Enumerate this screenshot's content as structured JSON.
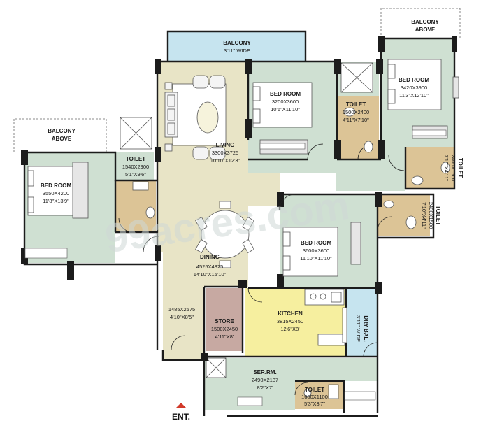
{
  "watermark": "99acres.com",
  "entrance": {
    "label": "ENT."
  },
  "rooms": {
    "balcony_top": {
      "name": "BALCONY",
      "dim": "3'11'' WIDE"
    },
    "balcony_above_right": {
      "name": "BALCONY",
      "sub": "ABOVE"
    },
    "balcony_above_left": {
      "name": "BALCONY",
      "sub": "ABOVE"
    },
    "bedroom_left": {
      "name": "BED ROOM",
      "dim_mm": "3550X4200",
      "dim_ft": "11'8\"X13'9\""
    },
    "toilet_left": {
      "name": "TOILET",
      "dim_mm": "1540X2900",
      "dim_ft": "5'1\"X9'6\""
    },
    "living": {
      "name": "LIVING",
      "dim_mm": "3300X3725",
      "dim_ft": "10'10\"X12'3\""
    },
    "bedroom_mid": {
      "name": "BED ROOM",
      "dim_mm": "3200X3600",
      "dim_ft": "10'6\"X11'10\""
    },
    "toilet_mid": {
      "name": "TOILET",
      "dim_mm": "1500X2400",
      "dim_ft": "4'11\"X7'10\""
    },
    "bedroom_right": {
      "name": "BED ROOM",
      "dim_mm": "3420X3900",
      "dim_ft": "11'3\"X12'10\""
    },
    "toilet_right_a": {
      "name": "TOILET",
      "dim_mm": "2400X1500",
      "dim_ft": "7'10\"X4'11\""
    },
    "toilet_right_b": {
      "name": "TOILET",
      "dim_mm": "2400X1500",
      "dim_ft": "7'10\"X4'11\""
    },
    "dining": {
      "name": "DINING",
      "dim_mm": "4525X4825",
      "dim_ft": "14'10\"X15'10\""
    },
    "bedroom_lower": {
      "name": "BED ROOM",
      "dim_mm": "3600X3600",
      "dim_ft": "11'10\"X11'10\""
    },
    "passage": {
      "dim_mm": "1485X2575",
      "dim_ft": "4'10\"X8'5\""
    },
    "store": {
      "name": "STORE",
      "dim_mm": "1500X2450",
      "dim_ft": "4'11\"X8'"
    },
    "kitchen": {
      "name": "KITCHEN",
      "dim_mm": "3815X2450",
      "dim_ft": "12'6\"X8'"
    },
    "dry_balcony": {
      "name": "DRY BAL.",
      "dim": "3'11'' WIDE"
    },
    "servant_room": {
      "name": "SER.RM.",
      "dim_mm": "2490X2137",
      "dim_ft": "8'2\"X7'"
    },
    "toilet_servant": {
      "name": "TOILET",
      "dim_mm": "1600X1100",
      "dim_ft": "5'3\"X3'7\""
    }
  },
  "colors": {
    "floor_green": "#cfe0d2",
    "living_beige": "#e8e4c6",
    "balcony_blue": "#c6e4ef",
    "toilet_tan": "#dcc496",
    "store_mauve": "#c7a9a2",
    "kitchen_yellow": "#f6ef9f",
    "wall": "#1c1c1c"
  }
}
